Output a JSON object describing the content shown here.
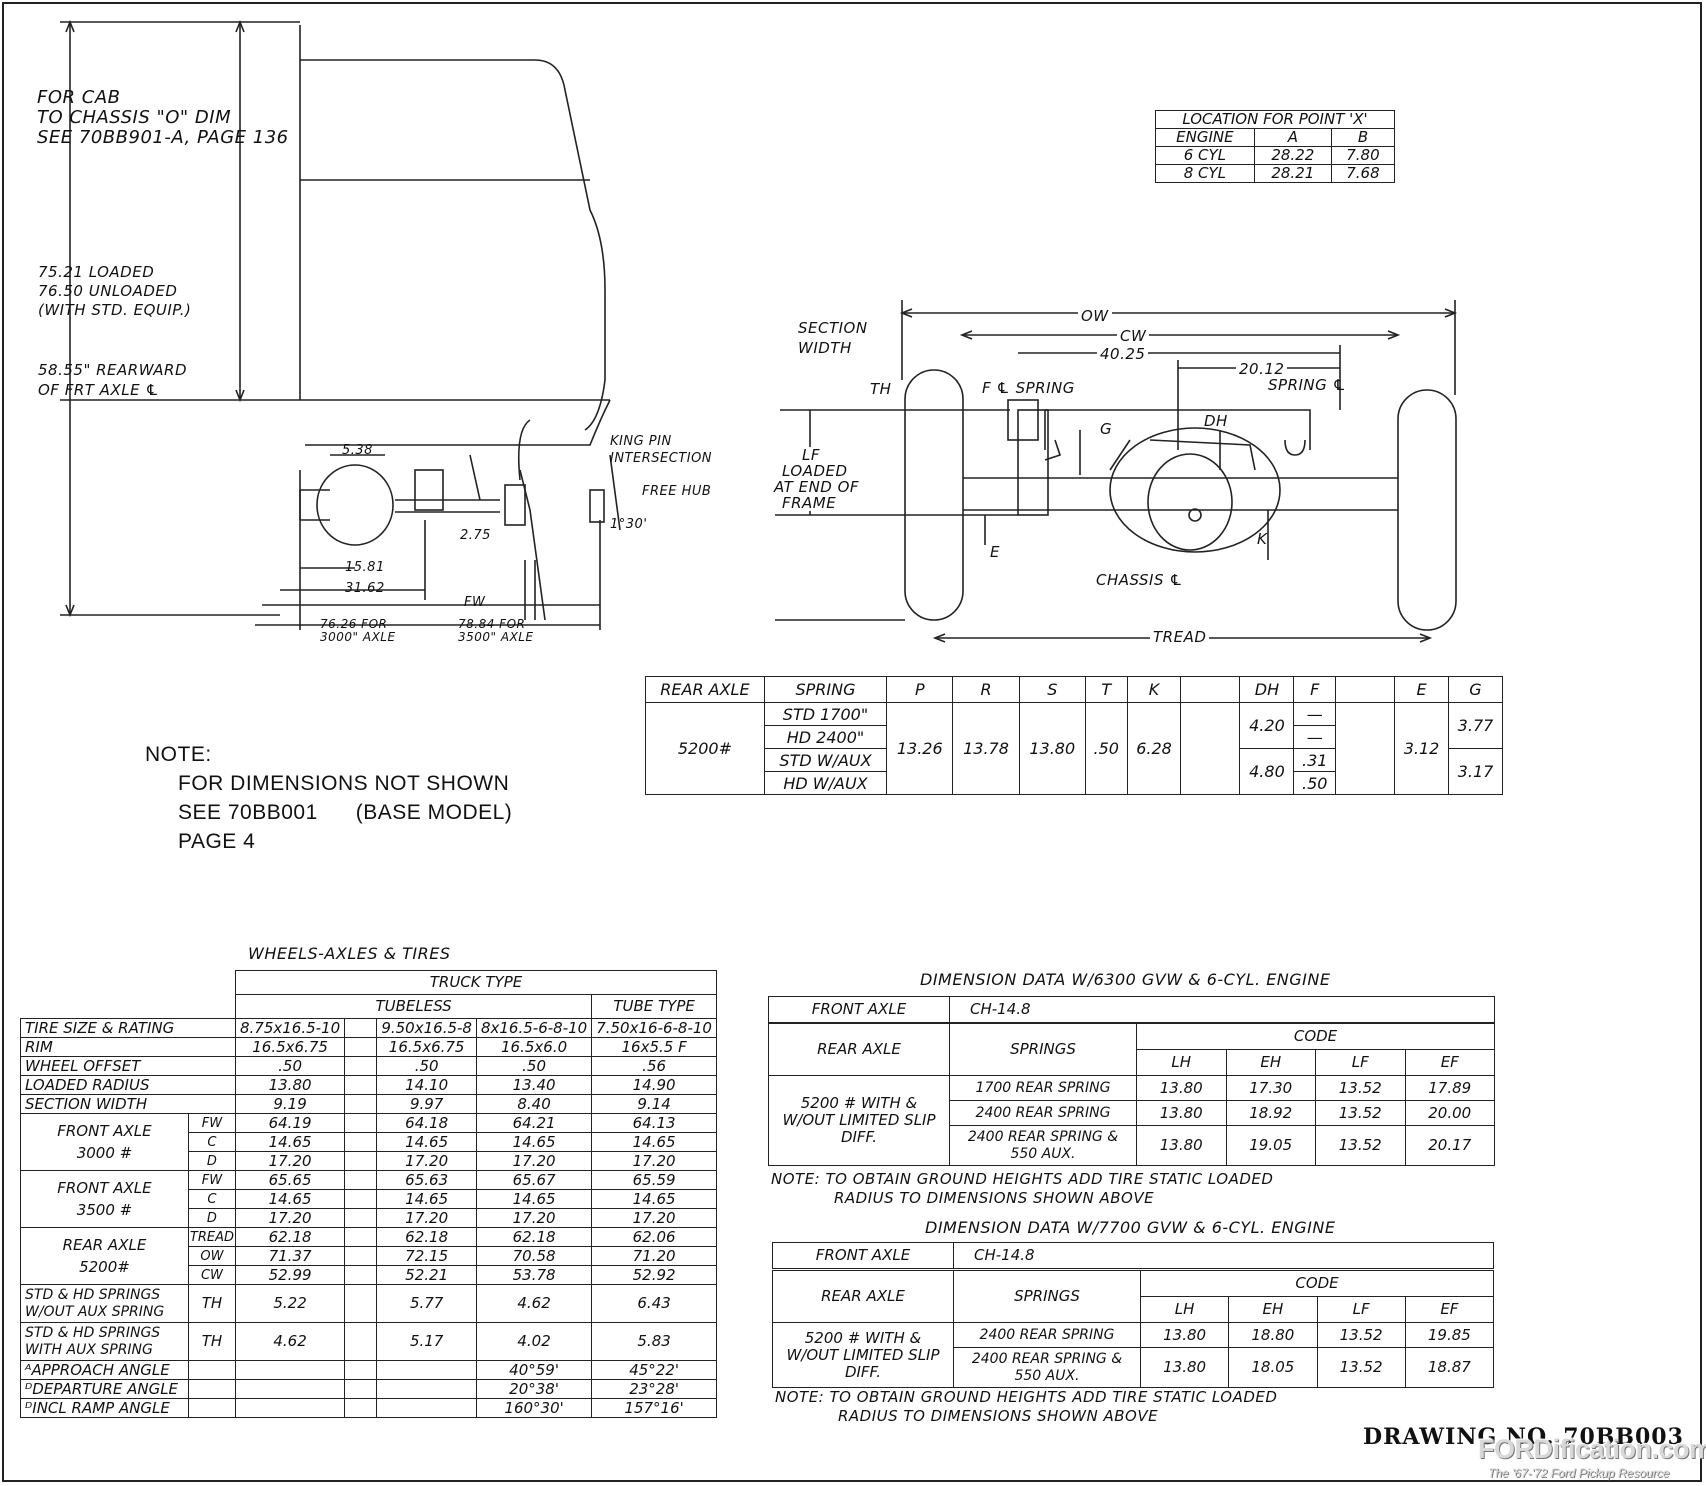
{
  "cab_labels": {
    "for_cab": [
      "FOR CAB",
      "TO CHASSIS \"O\" DIM",
      "SEE 70BB901-A, PAGE 136"
    ],
    "loaded": [
      "75.21 LOADED",
      "76.50 UNLOADED",
      "(WITH STD. EQUIP.)"
    ],
    "rearward": [
      "58.55\" REARWARD",
      "OF FRT AXLE ℄"
    ]
  },
  "front_axle_labels": {
    "d538": "5.38",
    "king_pin": [
      "KING PIN",
      "INTERSECTION"
    ],
    "free_hub": "FREE HUB",
    "angle": "1°30'",
    "d275": "2.75",
    "d1581": "15.81",
    "d3162": "31.62",
    "fw": "FW",
    "d7626": [
      "76.26 FOR",
      "3000\" AXLE"
    ],
    "d7884": [
      "78.84 FOR",
      "3500\" AXLE"
    ]
  },
  "rear_axle_labels": {
    "section_width": [
      "SECTION",
      "WIDTH"
    ],
    "ow": "OW",
    "cw": "CW",
    "d4025": "40.25",
    "d2012": "20.12",
    "spring_cl_right": "SPRING ℄",
    "th": "TH",
    "f_spring": "F ℄ SPRING",
    "g": "G",
    "dh": "DH",
    "lf": [
      "LF",
      "LOADED",
      "AT END OF",
      "FRAME"
    ],
    "e": "E",
    "k": "K",
    "chassis": "CHASSIS ℄",
    "tread": "TREAD"
  },
  "location_table": {
    "title": "LOCATION FOR POINT 'X'",
    "header": [
      "ENGINE",
      "A",
      "B"
    ],
    "rows": [
      [
        "6 CYL",
        "28.22",
        "7.80"
      ],
      [
        "8 CYL",
        "28.21",
        "7.68"
      ]
    ]
  },
  "rear_axle_table": {
    "header": [
      "REAR AXLE",
      "SPRING",
      "P",
      "R",
      "S",
      "T",
      "K",
      "",
      "DH",
      "F",
      "",
      "E",
      "G"
    ],
    "axle": "5200#",
    "springs": [
      "STD 1700\"",
      "HD 2400\"",
      "STD W/AUX",
      "HD W/AUX"
    ],
    "p": "13.26",
    "r": "13.78",
    "s": "13.80",
    "t": ".50",
    "k": "6.28",
    "dh": [
      "4.20",
      "4.80"
    ],
    "f": [
      "—",
      "—",
      ".31",
      ".50"
    ],
    "e": "3.12",
    "g": [
      "3.77",
      "3.17"
    ]
  },
  "note": {
    "lines": [
      "NOTE:",
      "FOR DIMENSIONS NOT SHOWN",
      "SEE 70BB001",
      "(BASE MODEL)",
      "PAGE 4"
    ]
  },
  "wheels_table": {
    "title": "WHEELS-AXLES & TIRES",
    "truck_type": "TRUCK TYPE",
    "tubeless": "TUBELESS",
    "tube_type": "TUBE TYPE",
    "rows": [
      {
        "label": "TIRE SIZE & RATING",
        "vals": [
          "8.75x16.5-10",
          "",
          "9.50x16.5-8",
          "8x16.5-6-8-10",
          "7.50x16-6-8-10"
        ]
      },
      {
        "label": "RIM",
        "vals": [
          "16.5x6.75",
          "",
          "16.5x6.75",
          "16.5x6.0",
          "16x5.5 F"
        ]
      },
      {
        "label": "WHEEL OFFSET",
        "vals": [
          ".50",
          "",
          ".50",
          ".50",
          ".56"
        ]
      },
      {
        "label": "LOADED RADIUS",
        "vals": [
          "13.80",
          "",
          "14.10",
          "13.40",
          "14.90"
        ]
      },
      {
        "label": "SECTION WIDTH",
        "vals": [
          "9.19",
          "",
          "9.97",
          "8.40",
          "9.14"
        ]
      }
    ],
    "front_3000": {
      "label": [
        "FRONT AXLE",
        "3000 #"
      ],
      "rows": [
        {
          "k": "FW",
          "vals": [
            "64.19",
            "",
            "64.18",
            "64.21",
            "64.13"
          ]
        },
        {
          "k": "C",
          "vals": [
            "14.65",
            "",
            "14.65",
            "14.65",
            "14.65"
          ]
        },
        {
          "k": "D",
          "vals": [
            "17.20",
            "",
            "17.20",
            "17.20",
            "17.20"
          ]
        }
      ]
    },
    "front_3500": {
      "label": [
        "FRONT AXLE",
        "3500 #"
      ],
      "rows": [
        {
          "k": "FW",
          "vals": [
            "65.65",
            "",
            "65.63",
            "65.67",
            "65.59"
          ]
        },
        {
          "k": "C",
          "vals": [
            "14.65",
            "",
            "14.65",
            "14.65",
            "14.65"
          ]
        },
        {
          "k": "D",
          "vals": [
            "17.20",
            "",
            "17.20",
            "17.20",
            "17.20"
          ]
        }
      ]
    },
    "rear_5200": {
      "label": [
        "REAR AXLE",
        "5200#"
      ],
      "rows": [
        {
          "k": "TREAD",
          "vals": [
            "62.18",
            "",
            "62.18",
            "62.18",
            "62.06"
          ]
        },
        {
          "k": "OW",
          "vals": [
            "71.37",
            "",
            "72.15",
            "70.58",
            "71.20"
          ]
        },
        {
          "k": "CW",
          "vals": [
            "52.99",
            "",
            "52.21",
            "53.78",
            "52.92"
          ]
        }
      ]
    },
    "springs1": {
      "label": [
        "STD & HD SPRINGS",
        "W/OUT AUX SPRING"
      ],
      "k": "TH",
      "vals": [
        "5.22",
        "",
        "5.77",
        "4.62",
        "6.43"
      ]
    },
    "springs2": {
      "label": [
        "STD & HD SPRINGS",
        "WITH AUX SPRING"
      ],
      "k": "TH",
      "vals": [
        "4.62",
        "",
        "5.17",
        "4.02",
        "5.83"
      ]
    },
    "angles": [
      {
        "label": "ᴬAPPROACH ANGLE",
        "vals": [
          "",
          "",
          "",
          "40°59'",
          "45°22'"
        ]
      },
      {
        "label": "ᴰDEPARTURE ANGLE",
        "vals": [
          "",
          "",
          "",
          "20°38'",
          "23°28'"
        ]
      },
      {
        "label": "ᴰINCL RAMP ANGLE",
        "vals": [
          "",
          "",
          "",
          "160°30'",
          "157°16'"
        ]
      }
    ]
  },
  "dim6300": {
    "title": "DIMENSION DATA W/6300 GVW & 6-CYL. ENGINE",
    "front_axle": "FRONT AXLE",
    "front_axle_val": "CH-14.8",
    "rear_axle": "REAR AXLE",
    "springs": "SPRINGS",
    "code": "CODE",
    "codes": [
      "LH",
      "EH",
      "LF",
      "EF"
    ],
    "axle_desc": [
      "5200 # WITH &",
      "W/OUT LIMITED SLIP",
      "DIFF."
    ],
    "rows": [
      {
        "spring": "1700 REAR SPRING",
        "vals": [
          "13.80",
          "17.30",
          "13.52",
          "17.89"
        ]
      },
      {
        "spring": "2400 REAR SPRING",
        "vals": [
          "13.80",
          "18.92",
          "13.52",
          "20.00"
        ]
      },
      {
        "spring": "2400 REAR SPRING & 550 AUX.",
        "vals": [
          "13.80",
          "19.05",
          "13.52",
          "20.17"
        ]
      }
    ],
    "note": [
      "NOTE: TO OBTAIN GROUND HEIGHTS ADD TIRE STATIC LOADED",
      "RADIUS TO DIMENSIONS SHOWN ABOVE"
    ]
  },
  "dim7700": {
    "title": "DIMENSION DATA W/7700 GVW & 6-CYL. ENGINE",
    "front_axle": "FRONT AXLE",
    "front_axle_val": "CH-14.8",
    "rear_axle": "REAR AXLE",
    "springs": "SPRINGS",
    "code": "CODE",
    "codes": [
      "LH",
      "EH",
      "LF",
      "EF"
    ],
    "axle_desc": [
      "5200 # WITH &",
      "W/OUT LIMITED SLIP",
      "DIFF."
    ],
    "rows": [
      {
        "spring": "2400 REAR SPRING",
        "vals": [
          "13.80",
          "18.80",
          "13.52",
          "19.85"
        ]
      },
      {
        "spring": "2400 REAR SPRING & 550 AUX.",
        "vals": [
          "13.80",
          "18.05",
          "13.52",
          "18.87"
        ]
      }
    ],
    "note": [
      "NOTE: TO OBTAIN GROUND HEIGHTS ADD TIRE STATIC LOADED",
      "RADIUS TO DIMENSIONS SHOWN ABOVE"
    ]
  },
  "drawing_no": "DRAWING NO. 70BB003",
  "watermark": {
    "brand": "FORDification.com",
    "tagline": "The '67-'72 Ford Pickup Resource"
  }
}
